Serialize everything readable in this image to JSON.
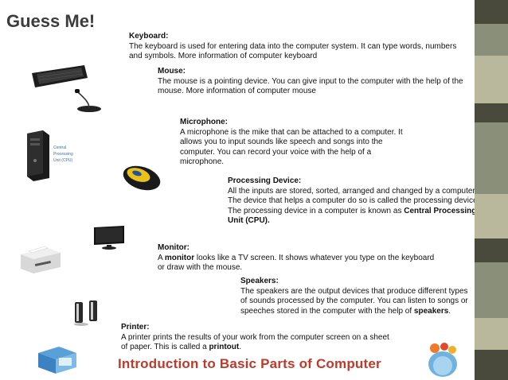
{
  "title": "Guess Me!",
  "footer": "Introduction to Basic Parts of Computer",
  "cpu_label": [
    "Central",
    "Processing",
    "Unit (CPU)"
  ],
  "keyboard": {
    "heading": "Keyboard:",
    "line1": "The keyboard is used for entering data into the computer system. It can type words, numbers",
    "line2": "and symbols.  More information of computer keyboard"
  },
  "mouse": {
    "heading": "Mouse:",
    "line1": "The mouse is a pointing device. You can give input to the computer with the help of the",
    "line2": "mouse. More information of computer mouse"
  },
  "microphone": {
    "heading": "Microphone:",
    "line1": "A microphone is the mike that can be attached to a computer. It",
    "line2": "allows you to input sounds like speech and songs into the",
    "line3": "computer. You can record your voice with the help of a",
    "line4": "microphone."
  },
  "processing": {
    "heading": "Processing Device:",
    "line1": "All the inputs are stored, sorted, arranged and changed by a computer.",
    "line2": "The device that helps a computer do so is called the processing device.",
    "line3_pre": "The processing device in a computer is known as ",
    "line3_bold": "Central Processing",
    "line4_bold": "Unit (CPU)."
  },
  "monitor": {
    "heading": "Monitor:",
    "line1_pre": "A ",
    "line1_bold": "monitor",
    "line1_post": " looks like a TV screen. It shows whatever you type on the keyboard",
    "line2": "or draw with the mouse."
  },
  "speakers": {
    "heading": "Speakers:",
    "line1": "The speakers are the output devices that produce different types",
    "line2": "of sounds processed by the computer. You can listen to songs or",
    "line3_pre": "speeches stored in the computer with the help of ",
    "line3_bold": "speakers",
    "line3_post": "."
  },
  "printer": {
    "heading": "Printer:",
    "line1": "A printer prints the results of your work from the computer screen on a sheet",
    "line2_pre": "of paper. This is called a ",
    "line2_bold": "printout",
    "line2_post": "."
  },
  "colors": {
    "footer": "#c0392b",
    "stripe_dark": "#4a4a3c",
    "stripe_mid": "#8a8f7a",
    "stripe_light": "#b9b89c"
  }
}
